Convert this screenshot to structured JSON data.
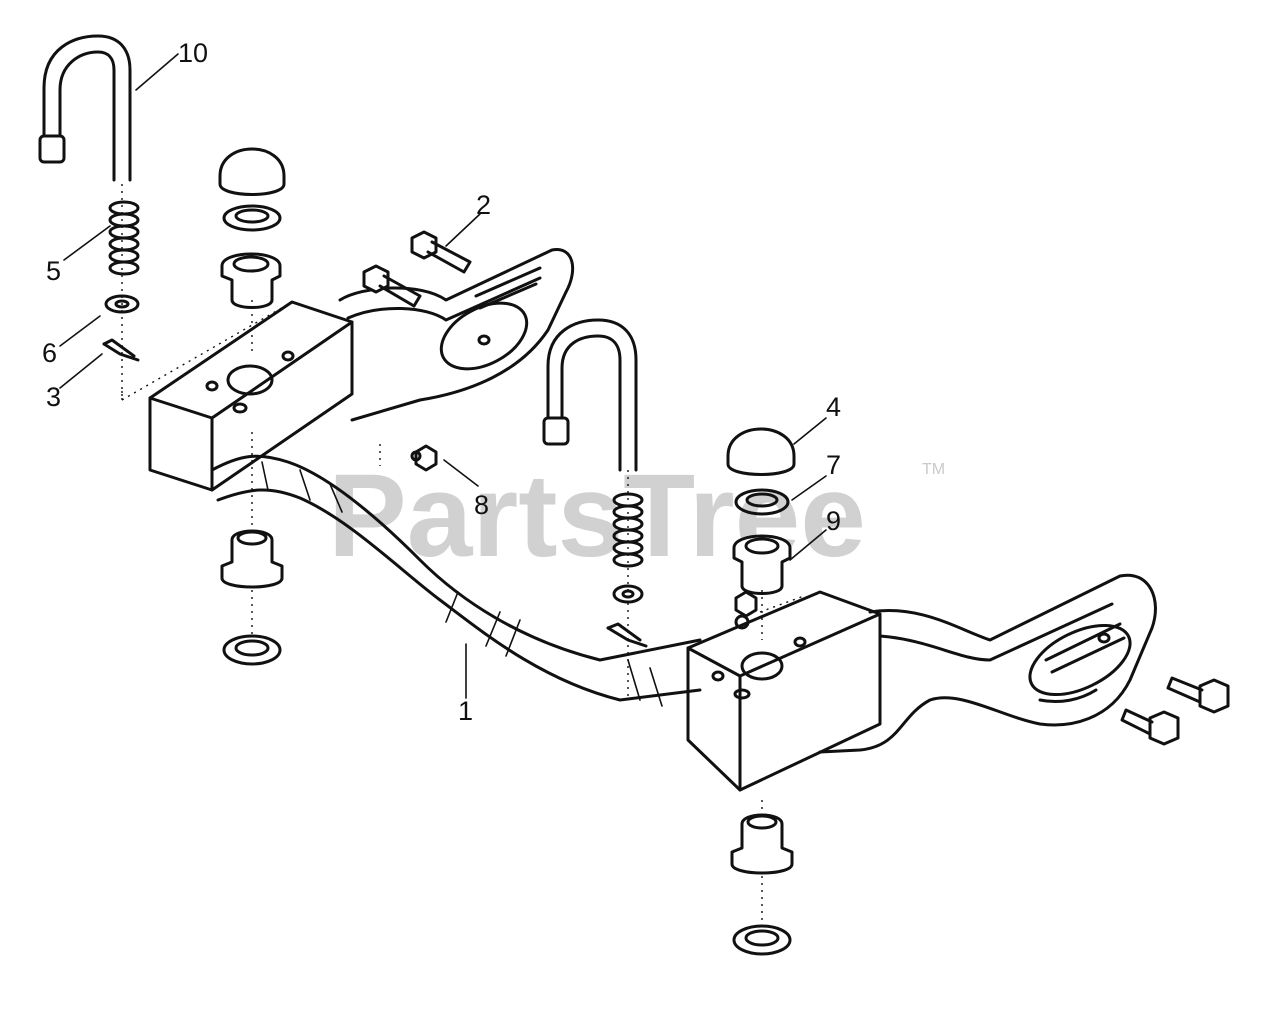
{
  "watermark": {
    "text": "PartsTree",
    "trademark": "TM"
  },
  "callouts": [
    {
      "id": "1",
      "text": "1"
    },
    {
      "id": "2",
      "text": "2"
    },
    {
      "id": "3",
      "text": "3"
    },
    {
      "id": "4",
      "text": "4"
    },
    {
      "id": "5",
      "text": "5"
    },
    {
      "id": "6",
      "text": "6"
    },
    {
      "id": "7",
      "text": "7"
    },
    {
      "id": "8",
      "text": "8"
    },
    {
      "id": "9",
      "text": "9"
    },
    {
      "id": "10",
      "text": "10"
    }
  ]
}
